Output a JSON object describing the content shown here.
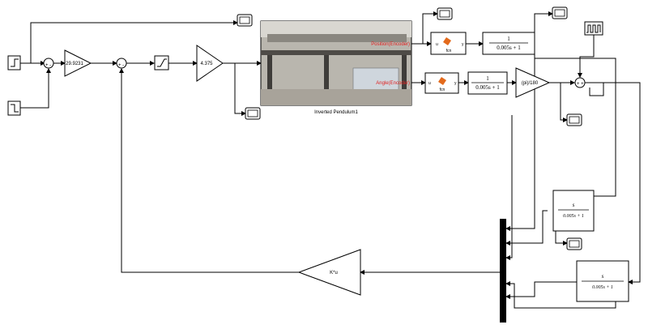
{
  "gains": {
    "g1": "29.9231",
    "g2": "4.375",
    "g3": "(pi)/180",
    "g4": "K*u"
  },
  "plant": {
    "title": "Inverted Pendulum1",
    "out1": "Position(Encoder)",
    "out2": "Angle(Encoder)"
  },
  "fcn": {
    "label": "fcn",
    "in": "u",
    "out": "y"
  },
  "tf": {
    "num": "1",
    "den": "0.005s + 1",
    "snum": "s"
  },
  "colors": {
    "plant_label": "#e02020",
    "matlab_icon": "#e36a1c"
  }
}
